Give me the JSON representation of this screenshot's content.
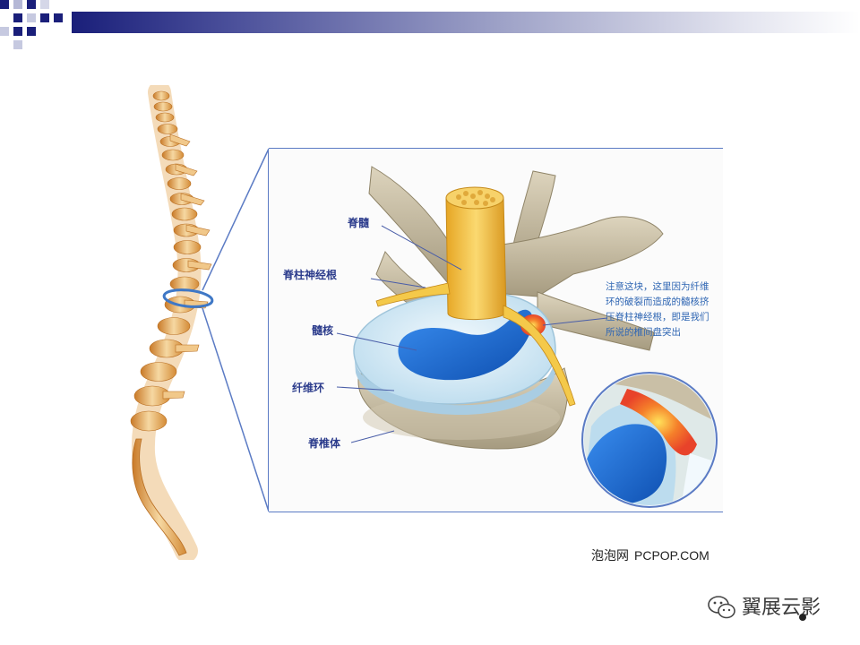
{
  "labels": {
    "spinal_cord": "脊髓",
    "spinal_nerve_root": "脊柱神经根",
    "nucleus": "髓核",
    "annulus": "纤维环",
    "vertebral_body": "脊椎体"
  },
  "note_lines": [
    "注意这块，这里因为纤维",
    "环的破裂而造成的髓核挤",
    "压脊柱神经根，即是我们",
    "所说的椎间盘突出"
  ],
  "credit": {
    "cn": "泡泡网",
    "site": "PCPOP.COM"
  },
  "watermark": "翼展云影",
  "colors": {
    "header_dark": "#1a1f7a",
    "panel_border": "#5b7bc4",
    "label_text": "#2c3c8c",
    "nucleus_blue": "#1e6fd0",
    "disc_light": "#d8ecf6",
    "spinal_cord": "#f3c54a",
    "bone": "#c9bfa6",
    "herniation_red": "#e8432a"
  }
}
